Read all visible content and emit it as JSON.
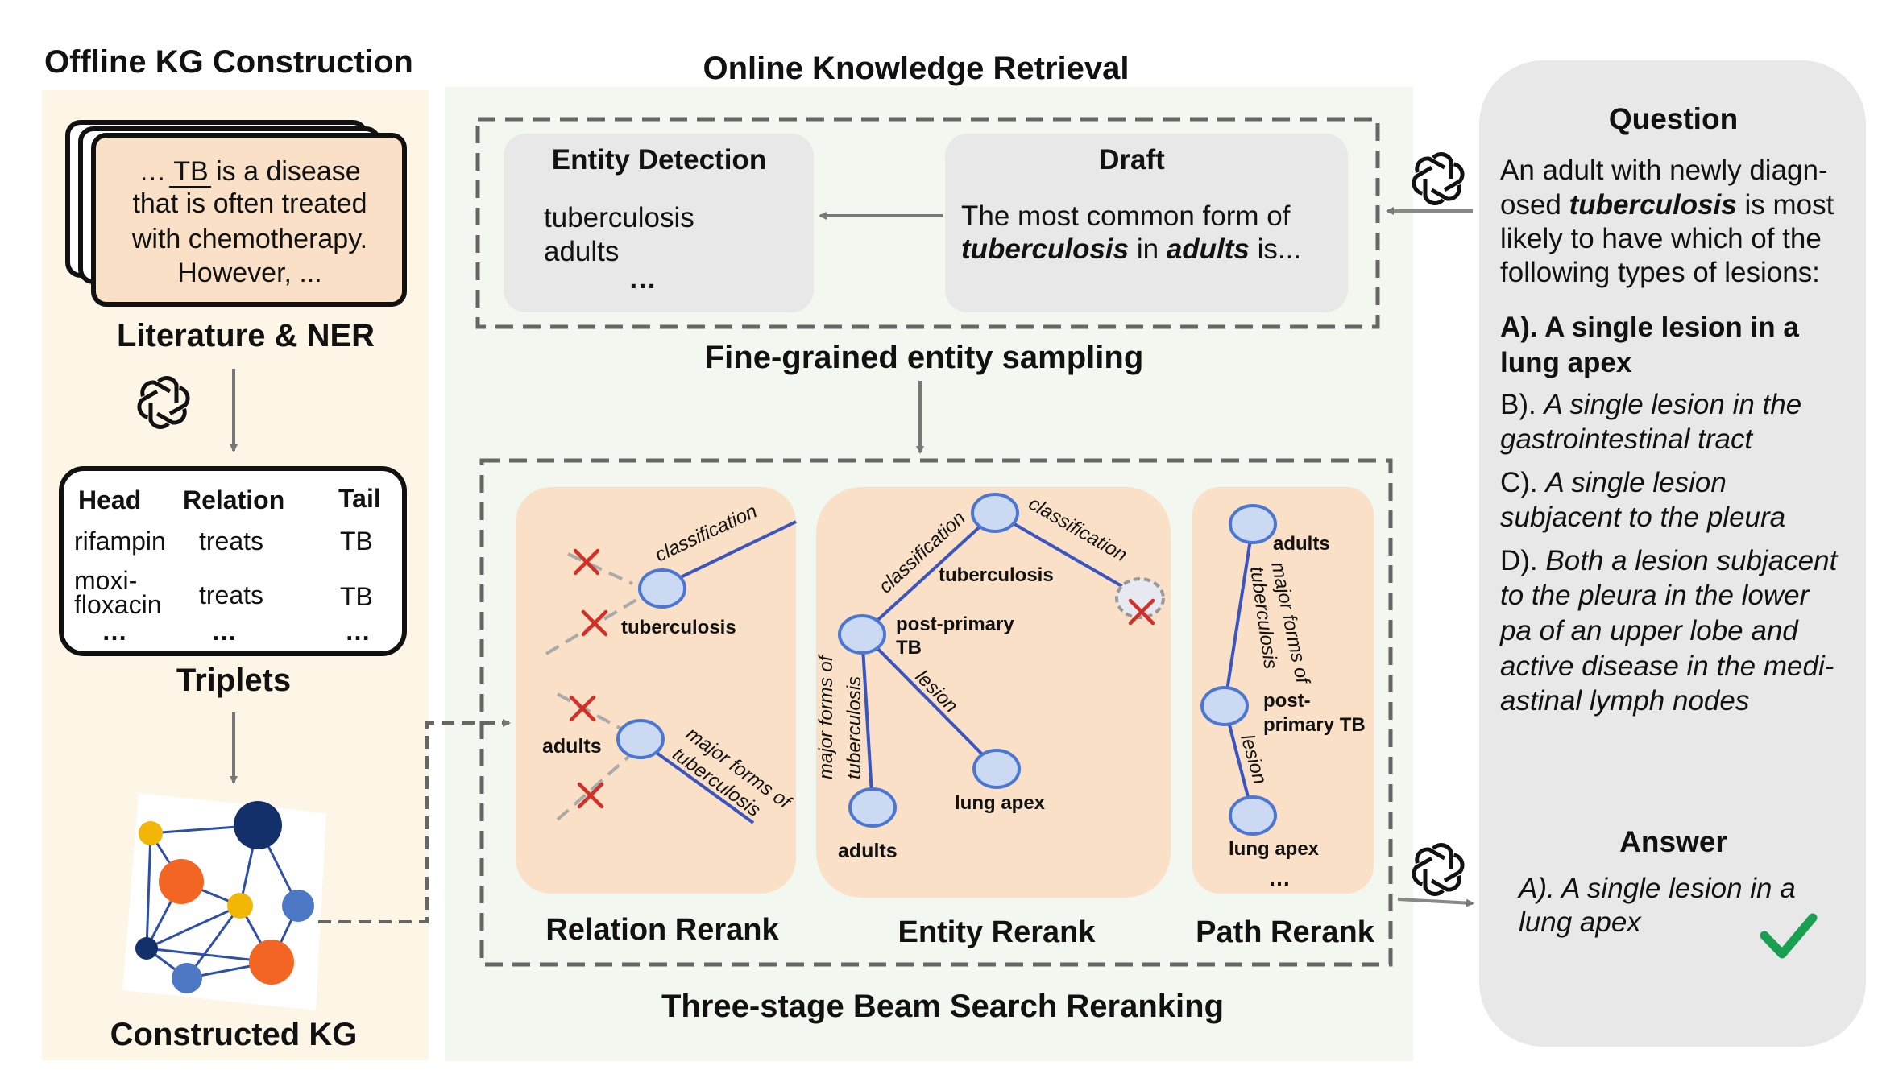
{
  "colors": {
    "offline_bg": "#fdf5e6",
    "online_bg": "#f2f7ef",
    "question_bg": "#e8e8e8",
    "card_bg": "#f9e0c6",
    "gray_box": "#e8e8e8",
    "edge_blue": "#3a55bf",
    "node_fill": "#cbd9f3",
    "node_stroke": "#4a77d4",
    "cross_red": "#d22f27",
    "check_green": "#18a050",
    "arrow_gray": "#777777",
    "kg_orange": "#f26522",
    "kg_yellow": "#f2b705",
    "kg_navy": "#14306b",
    "kg_blue": "#4d78c5"
  },
  "icons": [
    "openai-logo-icon",
    "red-cross-icon",
    "green-check-icon",
    "knowledge-graph-icon"
  ],
  "offline": {
    "title": "Offline KG Construction",
    "doc_text": [
      "… TB is a disease",
      "that is often treated",
      "with chemotherapy.",
      "However, ..."
    ],
    "literature_label": "Literature & NER",
    "triplets": {
      "headers": [
        "Head",
        "Relation",
        "Tail"
      ],
      "rows": [
        [
          "rifampin",
          "treats",
          "TB"
        ],
        [
          "moxi-\nfloxacin",
          "treats",
          "TB"
        ],
        [
          "…",
          "…",
          "…"
        ]
      ]
    },
    "triplets_label": "Triplets",
    "kg_label": "Constructed KG"
  },
  "online": {
    "title": "Online Knowledge Retrieval",
    "entity_detection": {
      "title": "Entity Detection",
      "items": [
        "tuberculosis",
        "adults",
        "…"
      ]
    },
    "draft": {
      "title": "Draft",
      "line1": "The most common form of",
      "line2_bold1": "tuberculosis",
      "line2_mid": " in ",
      "line2_bold2": "adults",
      "line2_end": " is..."
    },
    "sampling_label": "Fine-grained entity sampling",
    "relation_rerank": {
      "label": "Relation Rerank",
      "node1": "tuberculosis",
      "edge1": "classification",
      "node2": "adults",
      "edge2": "major forms of tuberculosis"
    },
    "entity_rerank": {
      "label": "Entity Rerank",
      "node_top": "tuberculosis",
      "edge_left": "classification",
      "edge_right": "classification",
      "node_mid": "post-primary TB",
      "edge_lesion": "lesion",
      "node_lung": "lung apex",
      "edge_major": "major forms of tuberculosis",
      "node_adults": "adults"
    },
    "path_rerank": {
      "label": "Path Rerank",
      "node1": "adults",
      "edge1": "major forms of tuberculosis",
      "node2": "post-primary TB",
      "edge2": "lesion",
      "node3": "lung apex",
      "more": "…"
    },
    "beam_label": "Three-stage Beam Search Reranking"
  },
  "question": {
    "title": "Question",
    "text_lines": [
      "An adult with newly diagn-",
      "osed ",
      "tuberculosis",
      " is most",
      "likely to have which of the",
      "following types of lesions:"
    ],
    "options": [
      {
        "lines": [
          "A). A single lesion in a",
          "lung apex"
        ]
      },
      {
        "prefix": "B). ",
        "lines": [
          "A single lesion in the",
          "gastrointestinal tract"
        ]
      },
      {
        "prefix": "C). ",
        "lines": [
          "A single lesion",
          "subjacent to the pleura"
        ]
      },
      {
        "prefix": "D). ",
        "lines": [
          "Both a lesion subjacent",
          "to the pleura in the lower",
          "pa of an upper lobe and",
          "active disease in the medi-",
          "astinal lymph nodes"
        ]
      }
    ]
  },
  "answer": {
    "title": "Answer",
    "lines": [
      "A). A single lesion in a",
      "lung apex"
    ]
  }
}
